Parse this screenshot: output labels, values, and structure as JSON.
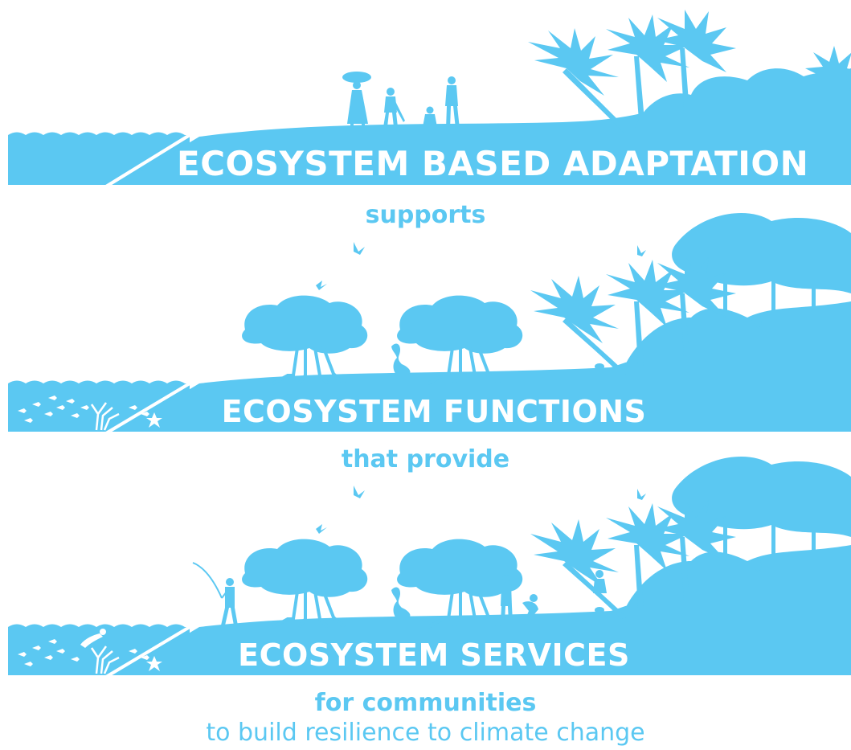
{
  "colors": {
    "accent": "#5bc8f2",
    "text_on_band": "#ffffff"
  },
  "panels": [
    {
      "title": "ECOSYSTEM BASED ADAPTATION"
    },
    {
      "title": "ECOSYSTEM FUNCTIONS"
    },
    {
      "title": "ECOSYSTEM SERVICES"
    }
  ],
  "connectors": [
    "supports",
    "that provide",
    "for communities"
  ],
  "footer": {
    "subtitle": "to build resilience to climate change"
  },
  "icons": [
    "palm-tree-icon",
    "mangrove-icon",
    "heron-icon",
    "bird-icon",
    "butterfly-icon",
    "fish-school-icon",
    "coral-icon",
    "starfish-icon",
    "person-icon",
    "fisherman-icon",
    "crab-icon",
    "diver-icon"
  ]
}
